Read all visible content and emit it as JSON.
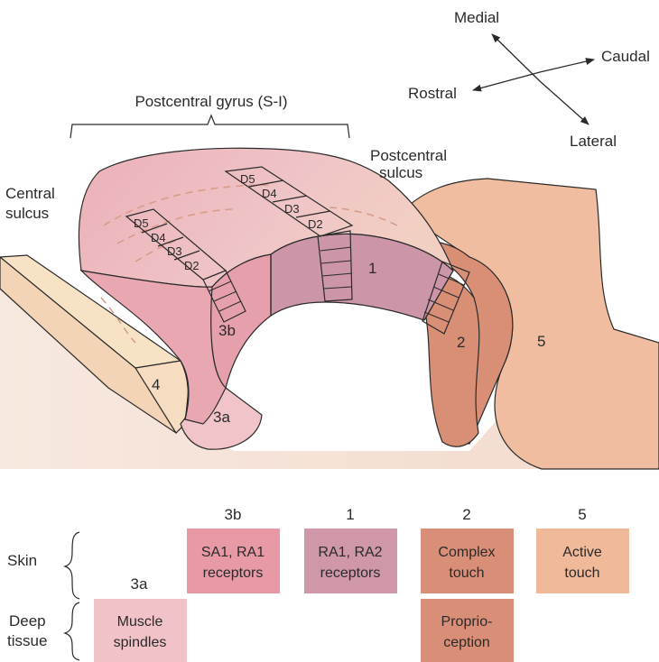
{
  "compass": {
    "medial": "Medial",
    "caudal": "Caudal",
    "rostral": "Rostral",
    "lateral": "Lateral"
  },
  "anatomy": {
    "postcentral_gyrus": "Postcentral gyrus (S-I)",
    "postcentral_sulcus_line1": "Postcentral",
    "postcentral_sulcus_line2": "sulcus",
    "central_sulcus_line1": "Central",
    "central_sulcus_line2": "sulcus"
  },
  "areas": {
    "a1": "1",
    "a2": "2",
    "a3a": "3a",
    "a3b": "3b",
    "a4": "4",
    "a5": "5"
  },
  "digits_3b": [
    "D5",
    "D4",
    "D3",
    "D2"
  ],
  "digits_1": [
    "D5",
    "D4",
    "D3",
    "D2"
  ],
  "table": {
    "row_skin": "Skin",
    "row_deep_line1": "Deep",
    "row_deep_line2": "tissue",
    "col_3a": "3a",
    "col_3b": "3b",
    "col_1": "1",
    "col_2": "2",
    "col_5": "5",
    "box_3b_line1": "SA1, RA1",
    "box_3b_line2": "receptors",
    "box_1_line1": "RA1, RA2",
    "box_1_line2": "receptors",
    "box_2_line1": "Complex",
    "box_2_line2": "touch",
    "box_5_line1": "Active",
    "box_5_line2": "touch",
    "box_3a_line1": "Muscle",
    "box_3a_line2": "spindles",
    "box_prop_line1": "Proprio-",
    "box_prop_line2": "ception"
  },
  "colors": {
    "area_3a": "#f1c3c9",
    "area_3b": "#e79aa6",
    "area_1": "#cf97a8",
    "area_2": "#d98f77",
    "area_5": "#f0b99a",
    "area_4": "#f6ddc0",
    "background_tissue": "#f6e5dc"
  }
}
